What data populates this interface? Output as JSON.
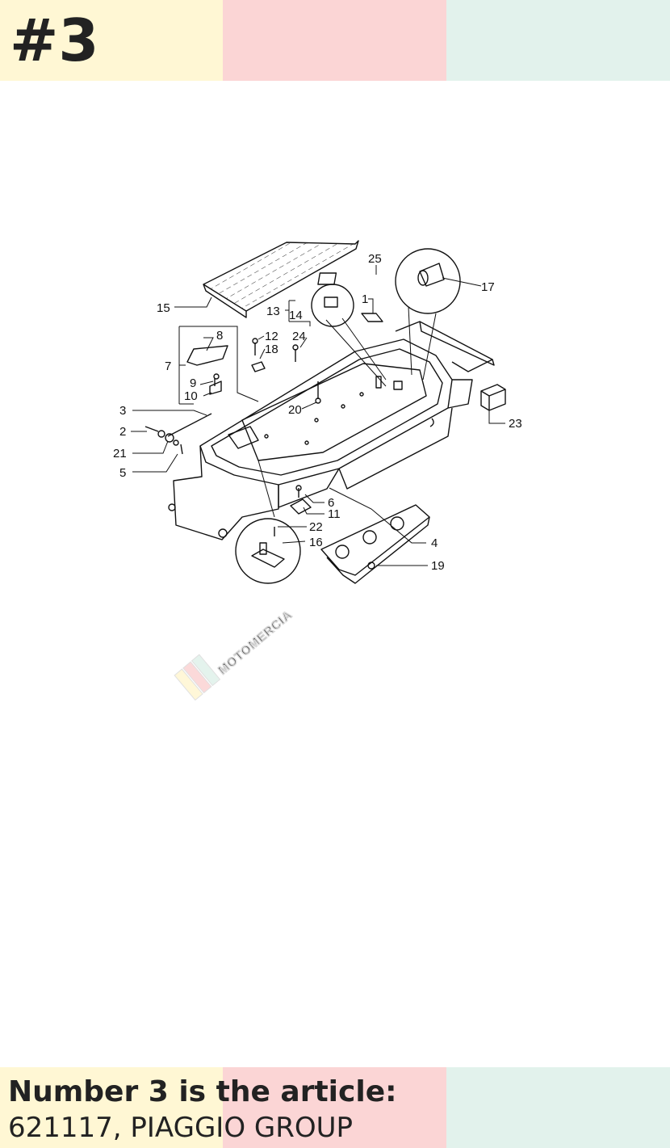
{
  "header": {
    "badge": "#3"
  },
  "colors": {
    "yellow": "#fff7d4",
    "pink": "#fbd5d5",
    "mint": "#e2f2ec",
    "text": "#222222"
  },
  "watermark": {
    "text": "MOTOMERCIA"
  },
  "caption": {
    "line1": "Number 3 is the article:",
    "line2": "621117, PIAGGIO GROUP"
  },
  "diagram": {
    "part_labels": [
      {
        "id": "label-15",
        "text": "15"
      },
      {
        "id": "label-25",
        "text": "25"
      },
      {
        "id": "label-17",
        "text": "17"
      },
      {
        "id": "label-13",
        "text": "13"
      },
      {
        "id": "label-14",
        "text": "14"
      },
      {
        "id": "label-1",
        "text": "1"
      },
      {
        "id": "label-8",
        "text": "8"
      },
      {
        "id": "label-12",
        "text": "12"
      },
      {
        "id": "label-18",
        "text": "18"
      },
      {
        "id": "label-24",
        "text": "24"
      },
      {
        "id": "label-7",
        "text": "7"
      },
      {
        "id": "label-9",
        "text": "9"
      },
      {
        "id": "label-10",
        "text": "10"
      },
      {
        "id": "label-3",
        "text": "3"
      },
      {
        "id": "label-2",
        "text": "2"
      },
      {
        "id": "label-21",
        "text": "21"
      },
      {
        "id": "label-5",
        "text": "5"
      },
      {
        "id": "label-20",
        "text": "20"
      },
      {
        "id": "label-23",
        "text": "23"
      },
      {
        "id": "label-6",
        "text": "6"
      },
      {
        "id": "label-11",
        "text": "11"
      },
      {
        "id": "label-22",
        "text": "22"
      },
      {
        "id": "label-16",
        "text": "16"
      },
      {
        "id": "label-4",
        "text": "4"
      },
      {
        "id": "label-19",
        "text": "19"
      }
    ]
  }
}
